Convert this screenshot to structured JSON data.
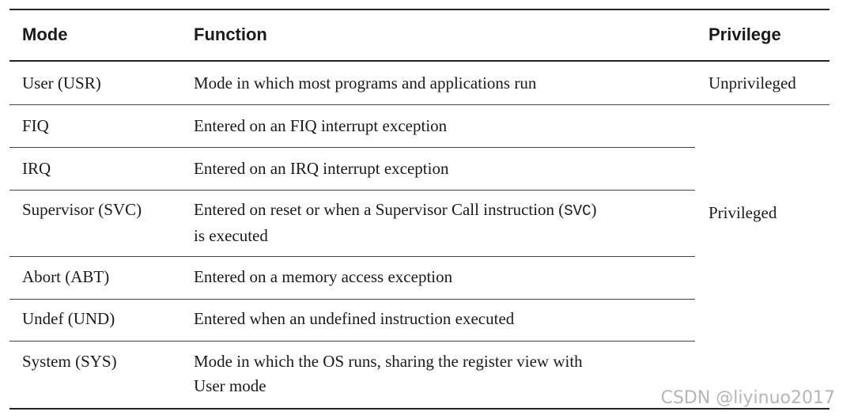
{
  "table": {
    "headers": {
      "mode": "Mode",
      "function": "Function",
      "privilege": "Privilege"
    },
    "rows": [
      {
        "mode": "User (USR)",
        "function": "Mode in which most programs and applications run"
      },
      {
        "mode": "FIQ",
        "function": "Entered on an FIQ interrupt exception"
      },
      {
        "mode": "IRQ",
        "function": "Entered on an IRQ interrupt exception"
      },
      {
        "mode": "Supervisor (SVC)",
        "function_a": "Entered on reset or when a Supervisor Call instruction (",
        "function_code": "SVC",
        "function_b": ")",
        "function_line2": "is executed"
      },
      {
        "mode": "Abort (ABT)",
        "function": "Entered on a memory access exception"
      },
      {
        "mode": "Undef (UND)",
        "function": "Entered when an undefined instruction executed"
      },
      {
        "mode": "System (SYS)",
        "function_line1": "Mode in which the OS runs, sharing the register view with",
        "function_line2": "User mode"
      }
    ],
    "privilege": {
      "unprivileged": "Unprivileged",
      "privileged": "Privileged"
    }
  },
  "watermark": "CSDN @liyinuo2017"
}
